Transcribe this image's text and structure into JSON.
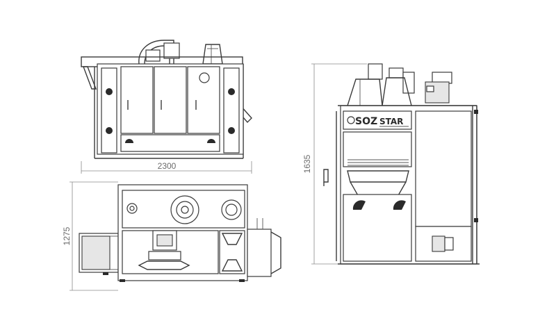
{
  "dimensions": {
    "width": "2300",
    "depth": "1275",
    "height": "1635"
  },
  "logo": {
    "brand_left": "SOZ",
    "brand_right": "STAR"
  },
  "colors": {
    "line": "#3a3a3a",
    "dimension": "#8a8a8a",
    "fill_shade": "#e6e6e6",
    "dark": "#2a2a2a"
  }
}
